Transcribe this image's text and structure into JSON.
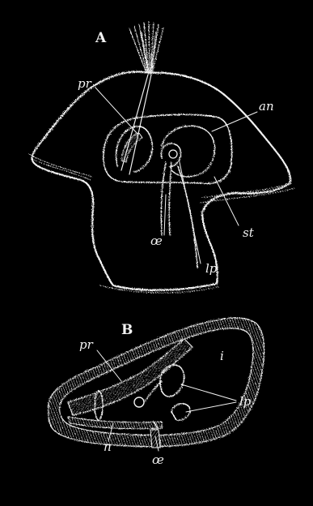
{
  "figure_a": {
    "letter": "A",
    "labels": {
      "pr": "pr",
      "an": "an",
      "oe": "œ",
      "st": "st",
      "lp": "lp"
    }
  },
  "figure_b": {
    "letter": "B",
    "labels": {
      "pr": "pr",
      "i": "i",
      "lp": "lp",
      "n": "n",
      "oe": "œ"
    }
  },
  "colors": {
    "background": "#000000",
    "lines": "#f1f1f1"
  }
}
